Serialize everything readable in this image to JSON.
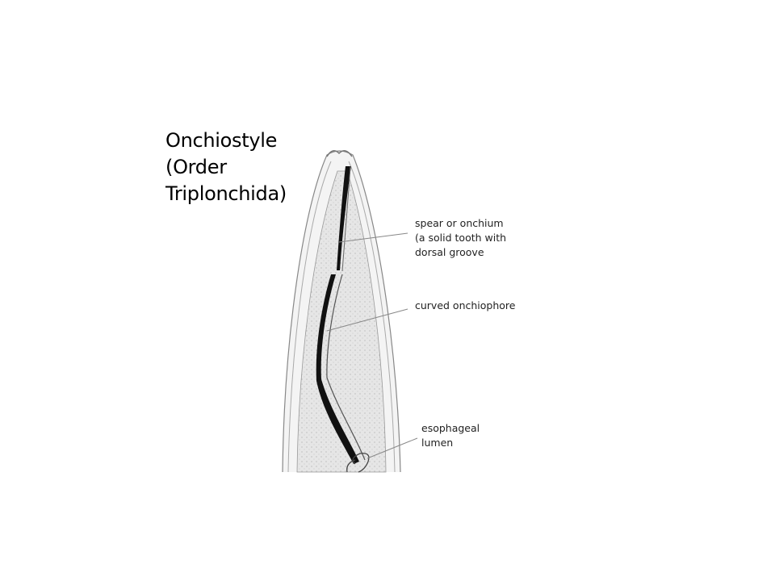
{
  "slide": {
    "title_lines": [
      "Onchiostyle",
      "(Order",
      "Triplonchida)"
    ],
    "labels": {
      "spear": [
        "spear or onchium",
        "(a solid tooth  with",
        "dorsal groove"
      ],
      "onchiophore": [
        "curved onchiophore"
      ],
      "lumen": [
        "esophageal",
        "lumen"
      ]
    }
  }
}
